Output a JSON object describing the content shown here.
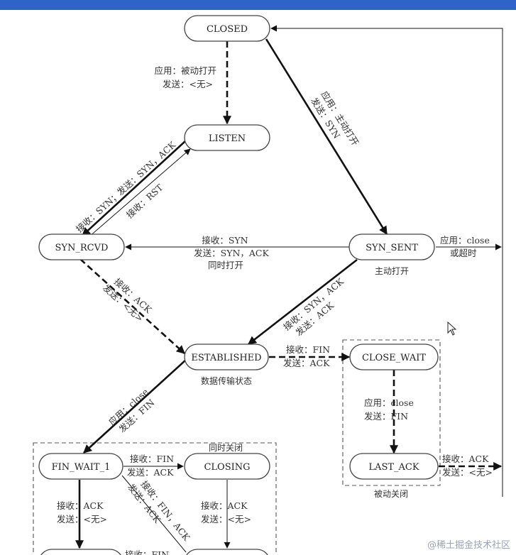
{
  "states": {
    "closed": "CLOSED",
    "listen": "LISTEN",
    "syn_rcvd": "SYN_RCVD",
    "syn_sent": "SYN_SENT",
    "established": "ESTABLISHED",
    "close_wait": "CLOSE_WAIT",
    "last_ack": "LAST_ACK",
    "fin_wait_1": "FIN_WAIT_1",
    "closing": "CLOSING"
  },
  "labels": {
    "closed_listen": [
      "应用：被动打开",
      "发送：<无>"
    ],
    "closed_synsent": [
      "应用：主动打开",
      "发送：SYN"
    ],
    "listen_synrcvd": [
      "接收：SYN；发送：SYN，ACK"
    ],
    "synrcvd_listen": [
      "接收：RST"
    ],
    "synsent_synrcvd": [
      "接收：SYN",
      "发送：SYN，ACK",
      "同时打开"
    ],
    "synsent_close": [
      "应用：close",
      "或超时"
    ],
    "synrcvd_established": [
      "接收：ACK",
      "发送：<无>"
    ],
    "synsent_established": [
      "接收：SYN，ACK",
      "发送：ACK"
    ],
    "established_closewait": [
      "接收：FIN",
      "发送：ACK"
    ],
    "closewait_lastack": [
      "应用：close",
      "发送：FIN"
    ],
    "lastack_closed": [
      "接收：ACK",
      "发送：<无>"
    ],
    "established_finwait1": [
      "应用：close",
      "发送：FIN"
    ],
    "finwait1_closing": [
      "接收：FIN",
      "发送：ACK"
    ],
    "finwait1_diag": [
      "接收：FIN，ACK",
      "发送：ACK"
    ],
    "finwait1_down": [
      "接收：ACK",
      "发送：<无>"
    ],
    "closing_down": [
      "接收：ACK",
      "发送：<无>"
    ],
    "partial_bottom": "接收：FIN"
  },
  "captions": {
    "synsent": "主动打开",
    "established": "数据传输状态",
    "passive_close": "被动关闭",
    "simultaneous_close": "同时关闭"
  },
  "watermark": "@稀土掘金技术社区"
}
